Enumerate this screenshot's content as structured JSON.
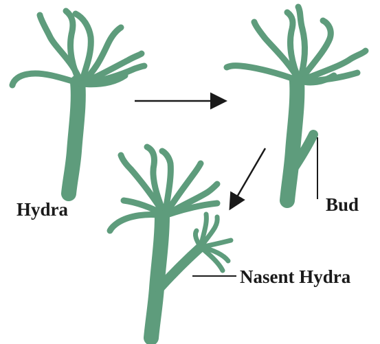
{
  "labels": {
    "hydra": "Hydra",
    "bud": "Bud",
    "nascent": "Nasent Hydra"
  },
  "colors": {
    "organism": "#5e9c7c",
    "organism_dark": "#4d8a6b",
    "line": "#1a1a1a"
  }
}
